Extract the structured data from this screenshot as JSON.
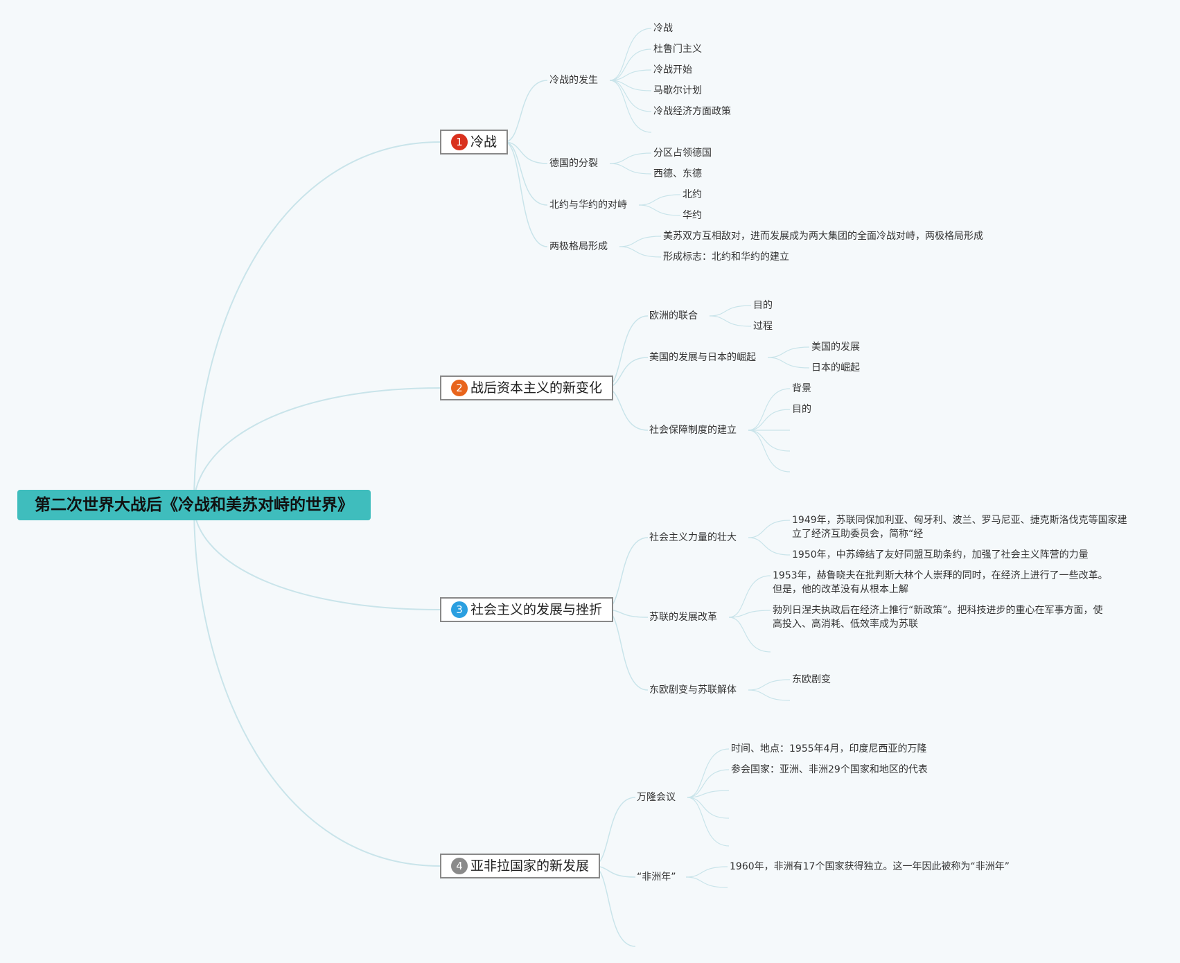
{
  "root": {
    "title": "第二次世界大战后《冷战和美苏对峙的世界》"
  },
  "branches": [
    {
      "number": "1",
      "label": "冷战",
      "badge_color": "#d9311e",
      "children": [
        {
          "label": "冷战的发生",
          "children": [
            "冷战",
            "杜鲁门主义",
            "冷战开始",
            "马歇尔计划",
            "冷战经济方面政策"
          ]
        },
        {
          "label": "德国的分裂",
          "children": [
            "分区占领德国",
            "西德、东德"
          ]
        },
        {
          "label": "北约与华约的对峙",
          "children": [
            "北约",
            "华约"
          ]
        },
        {
          "label": "两极格局形成",
          "children": [
            "美苏双方互相敌对，进而发展成为两大集团的全面冷战对峙，两极格局形成",
            "形成标志：北约和华约的建立"
          ]
        }
      ]
    },
    {
      "number": "2",
      "label": "战后资本主义的新变化",
      "badge_color": "#e8641c",
      "children": [
        {
          "label": "欧洲的联合",
          "children": [
            "目的",
            "过程"
          ]
        },
        {
          "label": "美国的发展与日本的崛起",
          "children": [
            "美国的发展",
            "日本的崛起"
          ]
        },
        {
          "label": "社会保障制度的建立",
          "children": [
            "背景",
            "目的"
          ]
        }
      ]
    },
    {
      "number": "3",
      "label": "社会主义的发展与挫折",
      "badge_color": "#2b9fe0",
      "children": [
        {
          "label": "社会主义力量的壮大",
          "children": [
            "1949年，苏联同保加利亚、匈牙利、波兰、罗马尼亚、捷克斯洛伐克等国家建立了经济互助委员会，简称“经",
            "1950年，中苏缔结了友好同盟互助条约，加强了社会主义阵营的力量"
          ]
        },
        {
          "label": "苏联的发展改革",
          "children": [
            "1953年，赫鲁晓夫在批判斯大林个人崇拜的同时，在经济上进行了一些改革。但是，他的改革没有从根本上解",
            "勃列日涅夫执政后在经济上推行“新政策”。把科技进步的重心在军事方面，使高投入、高消耗、低效率成为苏联"
          ]
        },
        {
          "label": "东欧剧变与苏联解体",
          "children": [
            "东欧剧变"
          ]
        }
      ]
    },
    {
      "number": "4",
      "label": "亚非拉国家的新发展",
      "badge_color": "#8a8a8a",
      "children": [
        {
          "label": "万隆会议",
          "children": [
            "时间、地点：1955年4月，印度尼西亚的万隆",
            "参会国家：亚洲、非洲29个国家和地区的代表"
          ]
        },
        {
          "label": "“非洲年”",
          "children": [
            "1960年，非洲有17个国家获得独立。这一年因此被称为“非洲年”"
          ]
        }
      ]
    }
  ],
  "colors": {
    "link": "#c9e4ea",
    "root_fill": "#3fbdbd",
    "background": "#f5f9fb"
  }
}
